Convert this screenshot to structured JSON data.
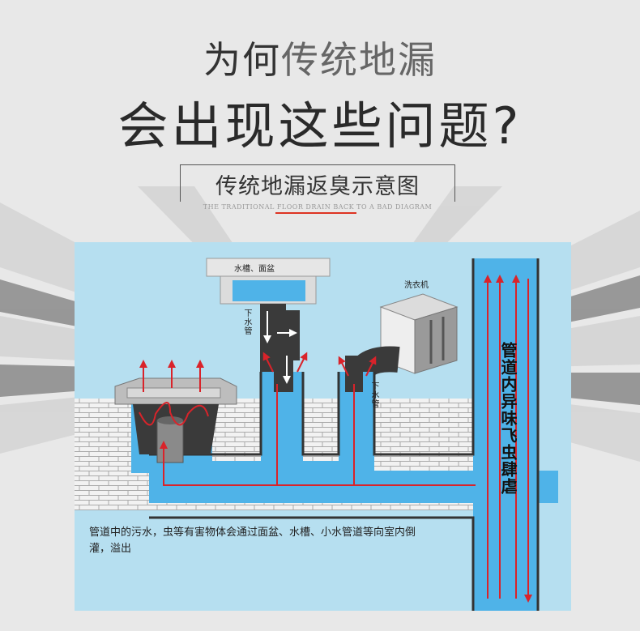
{
  "header": {
    "title_line1_a": "为何",
    "title_line1_b": "传统地漏",
    "title_line2": "会出现这些问题?",
    "subtitle": "传统地漏返臭示意图",
    "subtitle_en": "THE TRADITIONAL FLOOR DRAIN BACK TO A BAD DIAGRAM"
  },
  "diagram": {
    "sink_label": "水槽、面盆",
    "washer_label": "洗衣机",
    "drain_pipe_label_1": "下水管",
    "drain_pipe_label_2": "下水管",
    "main_pipe_label": "管道内异味飞虫肆虐",
    "caption": "管道中的污水，虫等有害物体会通过面盆、水槽、小水管道等向室内倒灌，溢出"
  },
  "colors": {
    "panel_bg": "#b6dff0",
    "pipe_water": "#4fb3e8",
    "pipe_wall": "#3a3a3a",
    "arrow_red": "#d9232a",
    "brick_bg": "#f2f2f2",
    "brick_line": "#aaaaaa"
  },
  "icons": [
    "sink-icon",
    "washing-machine-icon",
    "floor-drain-icon",
    "up-arrow-icon",
    "down-arrow-icon"
  ]
}
